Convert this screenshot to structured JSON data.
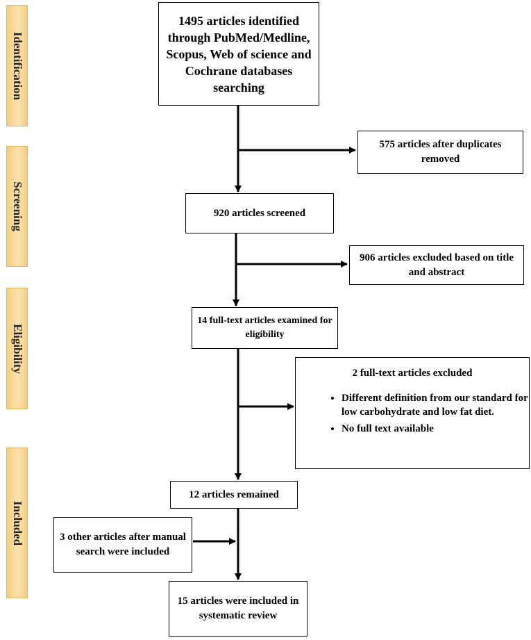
{
  "phases": {
    "identification": "Identification",
    "screening": "Screening",
    "eligibility": "Eligibility",
    "included": "Included"
  },
  "boxes": {
    "identified": "1495 articles identified through PubMed/Medline, Scopus, Web of science and Cochrane databases searching",
    "duplicates": "575 articles after duplicates removed",
    "screened": "920 articles screened",
    "excluded_title": "906 articles excluded based on title and abstract",
    "fulltext": "14 full-text articles examined for eligibility",
    "remained": "12 articles remained",
    "manual": "3 other articles after manual search were included",
    "final": "15 articles were included in systematic review"
  },
  "fulltext_excluded": {
    "title": "2 full-text articles excluded",
    "reasons": [
      "Different definition from our standard for low carbohydrate and low fat diet.",
      "No full text available"
    ]
  }
}
